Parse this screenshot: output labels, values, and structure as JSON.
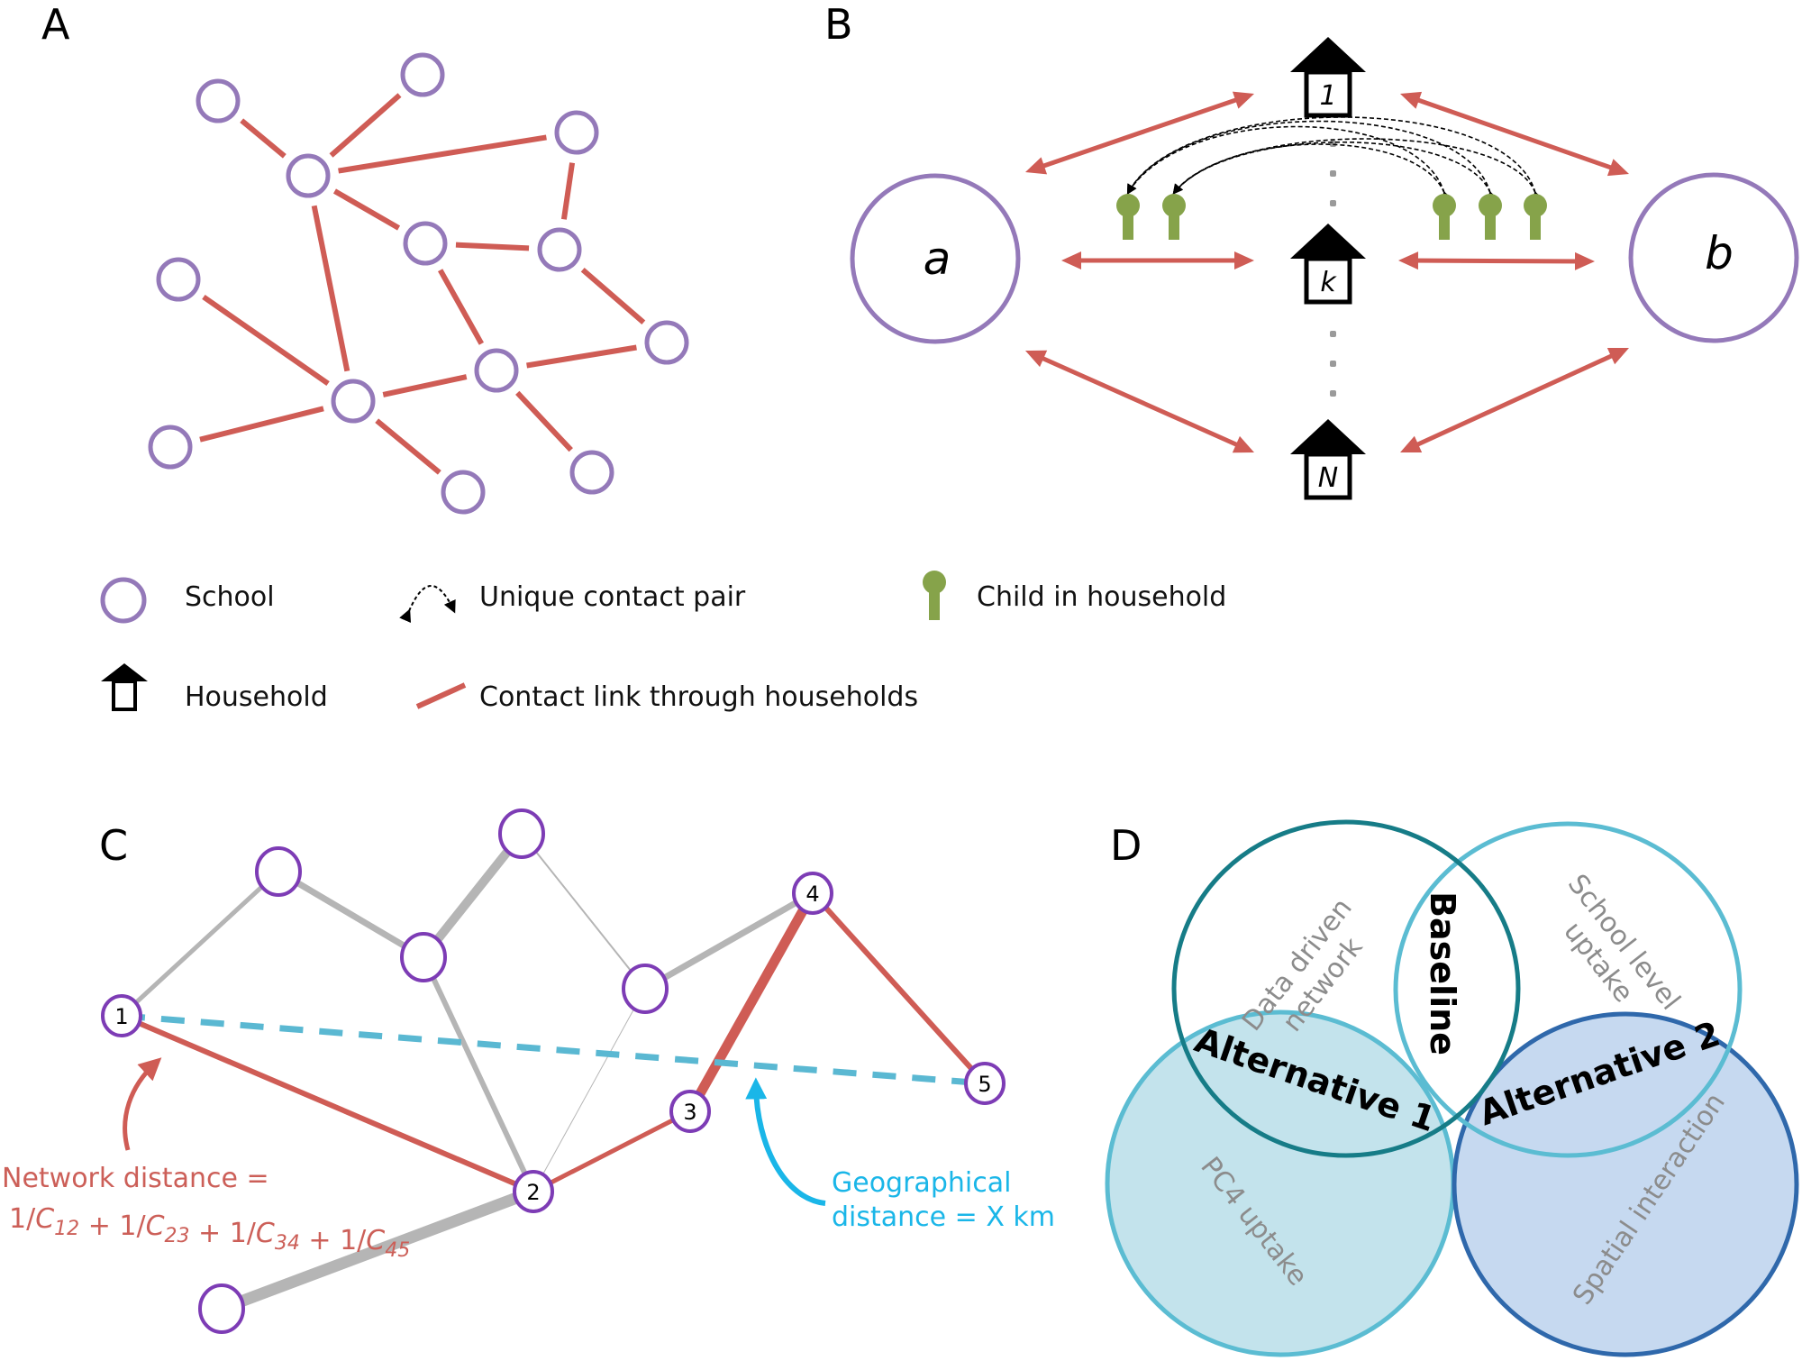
{
  "colors": {
    "school_stroke": "#9479b9",
    "school_stroke_c": "#7d3cb5",
    "link_red": "#cf5c55",
    "child_green": "#86a34a",
    "edge_grey": "#b5b5b5",
    "geo_blue": "#5ab8d2",
    "geo_text": "#1ab6e8",
    "venn_dark_teal": "#167c87",
    "venn_light": "#5bbcd2",
    "venn_blue": "#2f68ab",
    "venn_fill_left": "#c3e3ec",
    "venn_fill_right": "#c6d9f0",
    "dots_grey": "#9a9a9a"
  },
  "panels": {
    "a": {
      "letter": "A"
    },
    "b": {
      "letter": "B",
      "school_left": "a",
      "school_right": "b",
      "households": [
        "1",
        "k",
        "N"
      ],
      "children_left_count": 2,
      "children_right_count": 3
    },
    "c": {
      "letter": "C",
      "numbered_nodes": [
        "1",
        "2",
        "3",
        "4",
        "5"
      ],
      "network_distance": {
        "line1": "Network distance =",
        "terms": [
          {
            "prefix": "1/",
            "var": "C",
            "sub": "12"
          },
          {
            "prefix": " + 1/",
            "var": "C",
            "sub": "23"
          },
          {
            "prefix": " + 1/",
            "var": "C",
            "sub": "34"
          },
          {
            "prefix": " + 1/",
            "var": "C",
            "sub": "45"
          }
        ]
      },
      "geographical_distance": {
        "line1": "Geographical",
        "line2": "distance = X km"
      }
    },
    "d": {
      "letter": "D",
      "baseline": "Baseline",
      "alternative_1": "Alternative 1",
      "alternative_2": "Alternative 2",
      "data_driven_line1": "Data driven",
      "data_driven_line2": "network",
      "school_level_line1": "School level",
      "school_level_line2": "uptake",
      "pc4_uptake": "PC4 uptake",
      "spatial_interaction": "Spatial interaction"
    }
  },
  "legend": {
    "school": "School",
    "household": "Household",
    "unique_contact_pair": "Unique contact pair",
    "contact_link": "Contact link through households",
    "child_in_household": "Child in household"
  }
}
